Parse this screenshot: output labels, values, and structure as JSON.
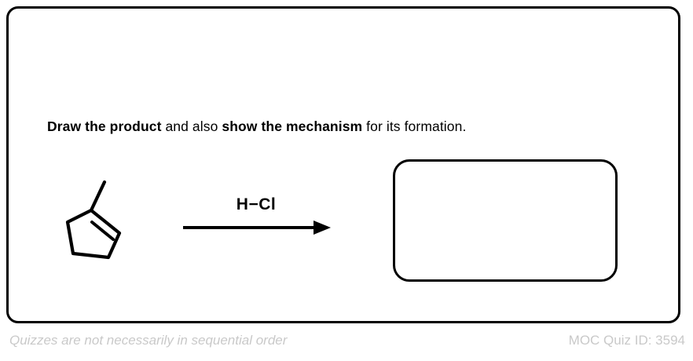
{
  "card": {
    "border_color": "#000000",
    "background": "#ffffff"
  },
  "instruction": {
    "segments": [
      {
        "text": "Draw the product",
        "bold": true
      },
      {
        "text": " and also ",
        "bold": false
      },
      {
        "text": "show the mechanism",
        "bold": true
      },
      {
        "text": " for its formation.",
        "bold": false
      }
    ],
    "full_text": "Draw the product and also show the mechanism for its formation."
  },
  "reaction": {
    "reactant": {
      "name": "1-methylcyclopentene",
      "description": "cyclopentene ring with methyl substituent on the alkene carbon",
      "bond_color": "#000000"
    },
    "arrow": {
      "label": "H−Cl",
      "direction": "right"
    },
    "product": {
      "answer_box_label": "",
      "empty": true
    }
  },
  "footer": {
    "note": "Quizzes are not necessarily in sequential order",
    "quiz_id_label": "MOC Quiz ID: 3594",
    "text_color": "#c9c9c9"
  }
}
